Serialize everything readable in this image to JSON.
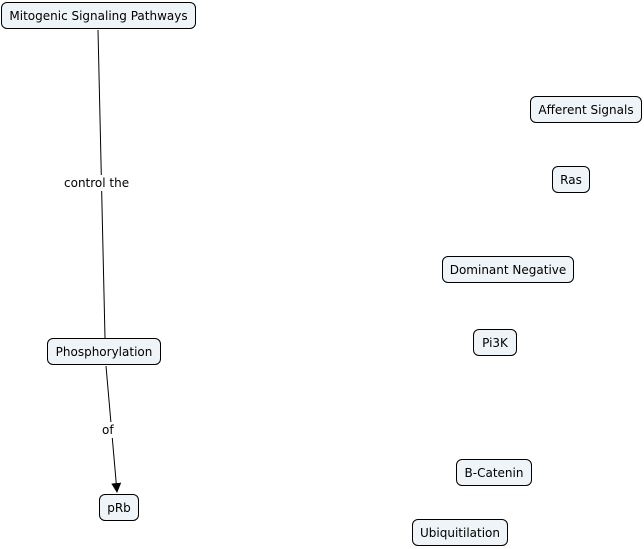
{
  "concept_map": {
    "nodes": {
      "mitogenic": "Mitogenic Signaling Pathways",
      "phosphorylation": "Phosphorylation",
      "prb": "pRb",
      "afferent": "Afferent Signals",
      "ras": "Ras",
      "dominant": "Dominant Negative",
      "pi3k": "Pi3K",
      "bcatenin": "B-Catenin",
      "ubiquitilation": "Ubiquitilation"
    },
    "links": {
      "control": "control the",
      "of": "of"
    },
    "colors": {
      "node_fill": "#eef4f7",
      "node_border": "#000000",
      "line": "#000000"
    }
  }
}
